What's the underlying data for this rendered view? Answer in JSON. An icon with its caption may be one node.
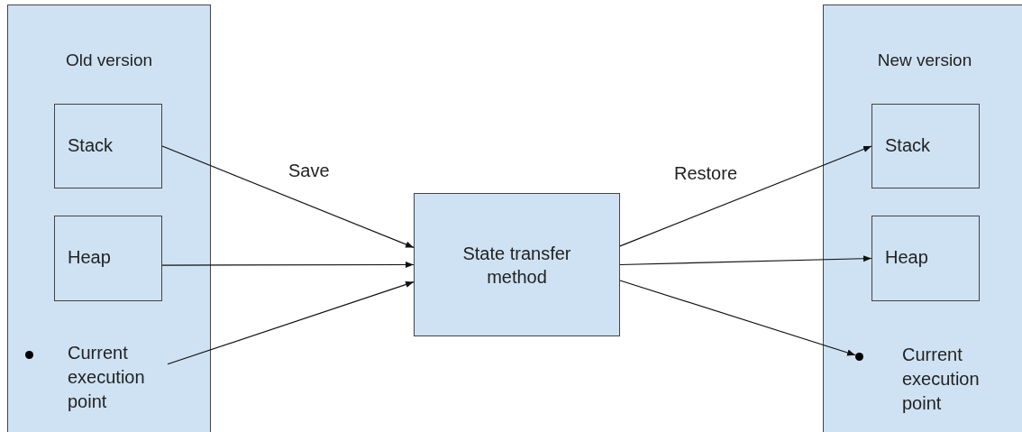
{
  "diagram": {
    "nodes": [
      {
        "text": [
          "Old version"
        ]
      },
      {
        "text": [
          "Stack"
        ],
        "in": 0
      },
      {
        "text": [
          "Heap"
        ],
        "in": 0
      },
      {
        "text": [
          "Current execution point"
        ],
        "in": 0
      },
      {
        "text": [
          "State transfer method"
        ]
      },
      {
        "text": [
          "New version"
        ]
      },
      {
        "text": [
          "Stack"
        ],
        "in": 5
      },
      {
        "text": [
          "Heap"
        ],
        "in": 5
      },
      {
        "text": [
          "Current execution point"
        ],
        "in": 5
      }
    ],
    "edges": [
      {
        "from": 1,
        "to": 4,
        "arrow": "to",
        "label": "Save"
      },
      {
        "from": 2,
        "to": 4,
        "arrow": "to"
      },
      {
        "from": 3,
        "to": 4,
        "arrow": "to"
      },
      {
        "from": 4,
        "to": 6,
        "arrow": "to",
        "label": "Restore"
      },
      {
        "from": 4,
        "to": 7,
        "arrow": "to"
      },
      {
        "from": 4,
        "to": 8,
        "arrow": "to"
      }
    ]
  }
}
